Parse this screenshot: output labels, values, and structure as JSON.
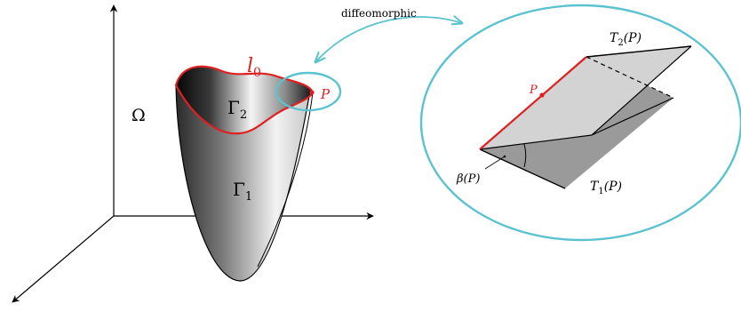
{
  "labels": {
    "diffeomorphic": "diffeomorphic",
    "omega": "Ω",
    "l0": "l",
    "l0_sub": "0",
    "gamma1": "Γ",
    "gamma1_sub": "1",
    "gamma2": "Γ",
    "gamma2_sub": "2",
    "p_left": "P",
    "p_right": "P",
    "t1": "T",
    "t1_sub": "1",
    "t1_arg": "(P)",
    "t2": "T",
    "t2_sub": "2",
    "t2_arg": "(P)",
    "beta": "β(P)"
  },
  "colors": {
    "curve_red": "#e02020",
    "ellipse_cyan": "#5bc2d0",
    "upper_plane": "#d3d3d3",
    "lower_plane": "#9a9a9a",
    "axis": "#000000"
  }
}
